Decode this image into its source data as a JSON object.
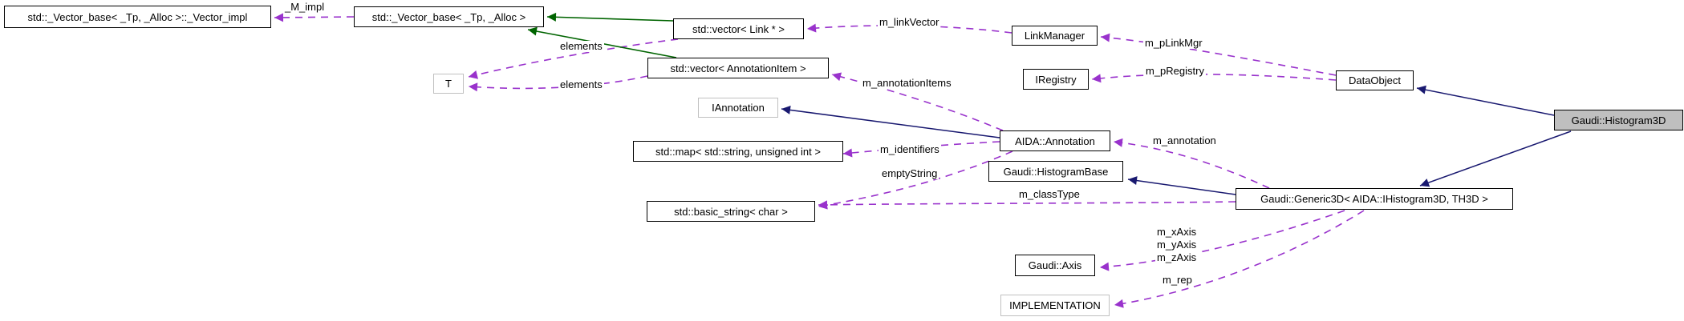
{
  "diagram_type": "collaboration-graph",
  "colors": {
    "background": "#ffffff",
    "inheritance_edge": "#191970",
    "usage_edge": "#9932cc",
    "protected_inheritance_edge": "#006400",
    "node_border": "#000000",
    "undocumented_node_border": "#c0c0c0",
    "current_node_fill": "#bfbfbf",
    "text": "#000000"
  },
  "nodes": {
    "vector_impl": {
      "label": "std::_Vector_base< _Tp, _Alloc >::_Vector_impl"
    },
    "vector_base": {
      "label": "std::_Vector_base< _Tp, _Alloc >"
    },
    "vector_link": {
      "label": "std::vector< Link * >"
    },
    "vector_annotationitem": {
      "label": "std::vector< AnnotationItem >"
    },
    "t": {
      "label": "T"
    },
    "iannotation": {
      "label": "IAnnotation"
    },
    "linkmanager": {
      "label": "LinkManager"
    },
    "iregistry": {
      "label": "IRegistry"
    },
    "dataobject": {
      "label": "DataObject"
    },
    "aida_annotation": {
      "label": "AIDA::Annotation"
    },
    "histogram3d": {
      "label": "Gaudi::Histogram3D"
    },
    "std_map": {
      "label": "std::map< std::string, unsigned int >"
    },
    "histogrambase": {
      "label": "Gaudi::HistogramBase"
    },
    "basic_string": {
      "label": "std::basic_string< char >"
    },
    "generic3d": {
      "label": "Gaudi::Generic3D< AIDA::IHistogram3D, TH3D >"
    },
    "gaudi_axis": {
      "label": "Gaudi::Axis"
    },
    "implementation": {
      "label": "IMPLEMENTATION"
    }
  },
  "edge_labels": {
    "m_impl": "_M_impl",
    "elements_upper": "elements",
    "elements_lower": "elements",
    "m_linkVector": "m_linkVector",
    "m_pLinkMgr": "m_pLinkMgr",
    "m_pRegistry": "m_pRegistry",
    "m_annotationItems": "m_annotationItems",
    "m_identifiers": "m_identifiers",
    "emptyString": "emptyString",
    "m_annotation": "m_annotation",
    "m_classType": "m_classType",
    "m_xAxis": "m_xAxis",
    "m_yAxis": "m_yAxis",
    "m_zAxis": "m_zAxis",
    "m_rep": "m_rep"
  },
  "edges": [
    {
      "from": "std::_Vector_base< _Tp, _Alloc >",
      "to": "std::_Vector_base< _Tp, _Alloc >::_Vector_impl",
      "label": "_M_impl",
      "type": "usage"
    },
    {
      "from": "std::vector< Link * >",
      "to": "std::_Vector_base< _Tp, _Alloc >",
      "label": "",
      "type": "protected-inheritance"
    },
    {
      "from": "std::vector< AnnotationItem >",
      "to": "std::_Vector_base< _Tp, _Alloc >",
      "label": "",
      "type": "protected-inheritance"
    },
    {
      "from": "std::vector< Link * >",
      "to": "T",
      "label": "elements",
      "type": "usage"
    },
    {
      "from": "std::vector< AnnotationItem >",
      "to": "T",
      "label": "elements",
      "type": "usage"
    },
    {
      "from": "LinkManager",
      "to": "std::vector< Link * >",
      "label": "m_linkVector",
      "type": "usage"
    },
    {
      "from": "DataObject",
      "to": "LinkManager",
      "label": "m_pLinkMgr",
      "type": "usage"
    },
    {
      "from": "DataObject",
      "to": "IRegistry",
      "label": "m_pRegistry",
      "type": "usage"
    },
    {
      "from": "Gaudi::Histogram3D",
      "to": "DataObject",
      "label": "",
      "type": "public-inheritance"
    },
    {
      "from": "AIDA::Annotation",
      "to": "std::vector< AnnotationItem >",
      "label": "m_annotationItems",
      "type": "usage"
    },
    {
      "from": "AIDA::Annotation",
      "to": "IAnnotation",
      "label": "",
      "type": "public-inheritance"
    },
    {
      "from": "AIDA::Annotation",
      "to": "std::map< std::string, unsigned int >",
      "label": "m_identifiers",
      "type": "usage"
    },
    {
      "from": "AIDA::Annotation",
      "to": "std::basic_string< char >",
      "label": "emptyString",
      "type": "usage"
    },
    {
      "from": "Gaudi::Generic3D< AIDA::IHistogram3D, TH3D >",
      "to": "AIDA::Annotation",
      "label": "m_annotation",
      "type": "usage"
    },
    {
      "from": "Gaudi::Histogram3D",
      "to": "Gaudi::Generic3D< AIDA::IHistogram3D, TH3D >",
      "label": "",
      "type": "public-inheritance"
    },
    {
      "from": "Gaudi::Generic3D< AIDA::IHistogram3D, TH3D >",
      "to": "Gaudi::HistogramBase",
      "label": "",
      "type": "public-inheritance"
    },
    {
      "from": "Gaudi::Generic3D< AIDA::IHistogram3D, TH3D >",
      "to": "std::basic_string< char >",
      "label": "m_classType",
      "type": "usage"
    },
    {
      "from": "Gaudi::Generic3D< AIDA::IHistogram3D, TH3D >",
      "to": "Gaudi::Axis",
      "label": "m_xAxis m_yAxis m_zAxis",
      "type": "usage"
    },
    {
      "from": "Gaudi::Generic3D< AIDA::IHistogram3D, TH3D >",
      "to": "IMPLEMENTATION",
      "label": "m_rep",
      "type": "usage"
    }
  ]
}
